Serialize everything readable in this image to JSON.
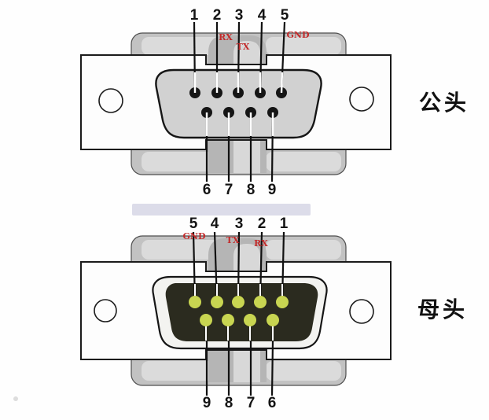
{
  "diagram": {
    "male": {
      "type_label": "公头",
      "top_numbers": [
        "1",
        "2",
        "3",
        "4",
        "5"
      ],
      "bottom_numbers": [
        "6",
        "7",
        "8",
        "9"
      ],
      "signals": {
        "rx": "RX",
        "tx": "TX",
        "gnd": "GND"
      }
    },
    "female": {
      "type_label": "母头",
      "top_numbers": [
        "5",
        "4",
        "3",
        "2",
        "1"
      ],
      "bottom_numbers": [
        "9",
        "8",
        "7",
        "6"
      ],
      "signals": {
        "gnd": "GND",
        "tx": "TX",
        "rx": "RX"
      }
    },
    "colors": {
      "signal_label": "#c22b2b",
      "female_pin": "#c8d551",
      "female_shell": "#2b2b1f",
      "hood_gray": "#c2c2c2",
      "divider_bar": "#dcdce9"
    }
  }
}
